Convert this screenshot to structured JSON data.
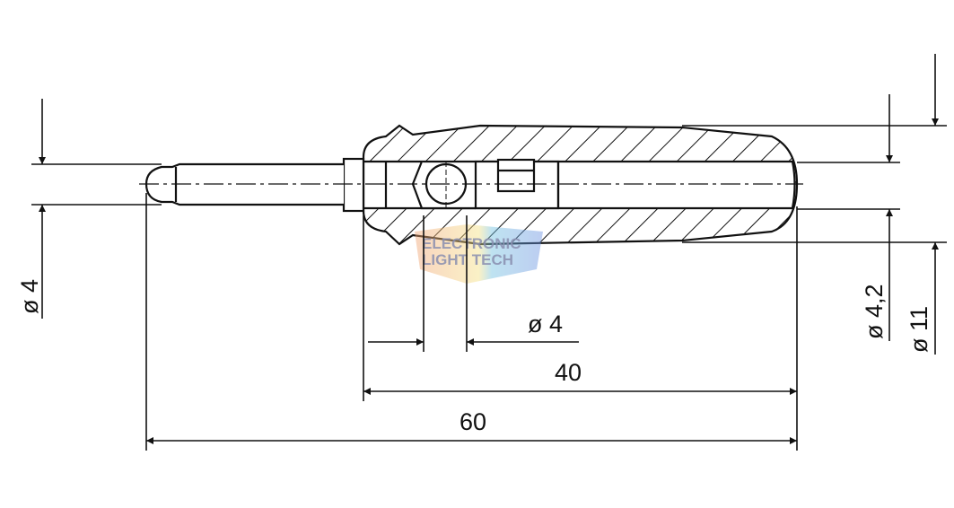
{
  "drawing": {
    "dimensions": {
      "pin_diameter": "ø 4",
      "ball_diameter": "ø 4",
      "body_length": "40",
      "total_length": "60",
      "bore_diameter": "ø 4,2",
      "outer_diameter": "ø 11"
    },
    "watermark": {
      "line1": "ELECTRONIC",
      "line2": "LIGHT TECH"
    },
    "colors": {
      "line": "#111111",
      "watermark_blue": "#6aa0e0",
      "watermark_orange": "#f0a070"
    }
  }
}
